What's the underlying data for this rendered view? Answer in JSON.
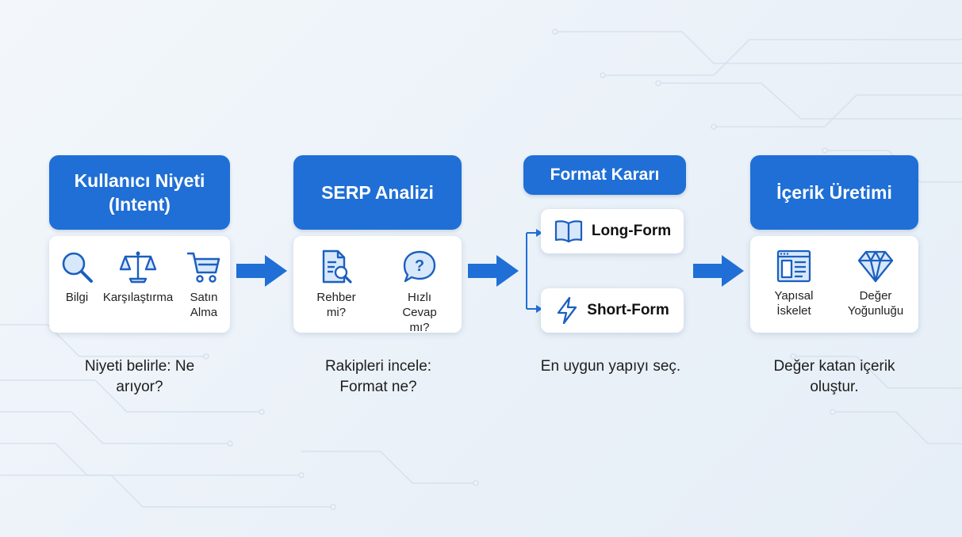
{
  "steps": [
    {
      "title": "Kullanıcı Niyeti (Intent)",
      "items": [
        {
          "label": "Bilgi",
          "icon": "magnifier-icon"
        },
        {
          "label": "Karşılaştırma",
          "icon": "balance-scale-icon"
        },
        {
          "label": "Satın Alma",
          "icon": "shopping-cart-icon"
        }
      ],
      "caption": "Niyeti belirle: Ne arıyor?"
    },
    {
      "title": "SERP Analizi",
      "items": [
        {
          "label": "Rehber mi?",
          "icon": "document-search-icon"
        },
        {
          "label": "Hızlı Cevap mı?",
          "icon": "question-bubble-icon"
        }
      ],
      "caption": "Rakipleri incele: Format ne?"
    },
    {
      "title": "Format Kararı",
      "options": [
        {
          "label": "Long-Form",
          "icon": "open-book-icon"
        },
        {
          "label": "Short-Form",
          "icon": "lightning-icon"
        }
      ],
      "caption": "En uygun yapıyı seç."
    },
    {
      "title": "İçerik Üretimi",
      "items": [
        {
          "label": "Yapısal İskelet",
          "icon": "layout-icon"
        },
        {
          "label": "Değer Yoğunluğu",
          "icon": "diamond-icon"
        }
      ],
      "caption": "Değer katan içerik oluştur."
    }
  ],
  "colors": {
    "accent": "#1f6fd6",
    "icon_stroke": "#1b5fbf",
    "icon_fill": "#d8e8fb"
  }
}
